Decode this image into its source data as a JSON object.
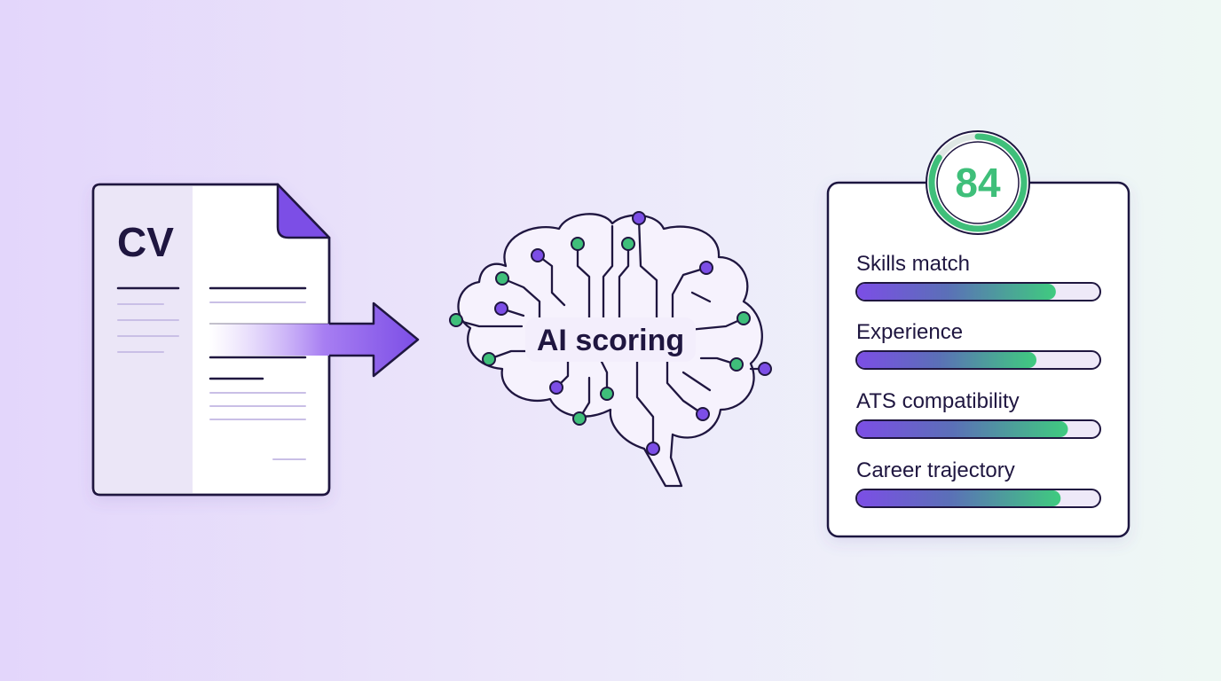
{
  "document": {
    "title": "CV"
  },
  "flow": {
    "label": "AI scoring"
  },
  "result": {
    "score": "84",
    "metrics": [
      {
        "label": "Skills match",
        "value": 0.82
      },
      {
        "label": "Experience",
        "value": 0.74
      },
      {
        "label": "ATS compatibility",
        "value": 0.87
      },
      {
        "label": "Career trajectory",
        "value": 0.84
      }
    ]
  },
  "colors": {
    "purple": "#7c4ee6",
    "green": "#3fbf7a",
    "ink": "#1f1640",
    "bar_track": "#eee9f8"
  }
}
